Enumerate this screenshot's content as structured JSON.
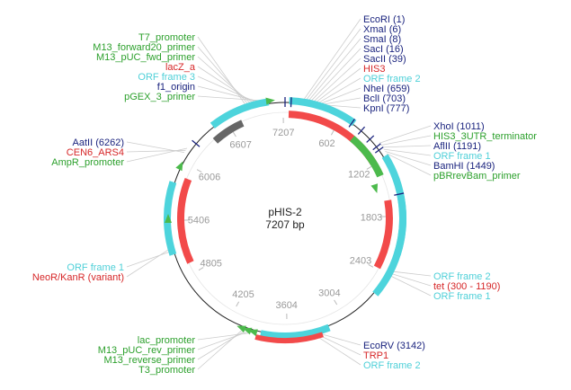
{
  "plasmid": {
    "name": "pHIS-2",
    "size_label": "7207 bp",
    "length": 7207
  },
  "colors": {
    "green": "#2ca02c",
    "red": "#d62728",
    "navy": "#1a237e",
    "teal": "#4fd0d8",
    "feature_red": "#f24a4a",
    "feature_green": "#4cba4c",
    "feature_teal": "#4dd4dc",
    "feature_gray": "#666666",
    "leader": "#cccccc"
  },
  "ticks": [
    "602",
    "1202",
    "1803",
    "2403",
    "3004",
    "3604",
    "4205",
    "4805",
    "5406",
    "6006",
    "6607",
    "7207"
  ],
  "labels": {
    "top_left": [
      {
        "text": "T7_promoter",
        "color": "green"
      },
      {
        "text": "M13_forward20_primer",
        "color": "green"
      },
      {
        "text": "M13_pUC_fwd_primer",
        "color": "green"
      },
      {
        "text": "lacZ_a",
        "color": "red"
      },
      {
        "text": "ORF frame 3",
        "color": "teal"
      },
      {
        "text": "f1_origin",
        "color": "navy"
      },
      {
        "text": "pGEX_3_primer",
        "color": "green"
      }
    ],
    "top_right": [
      {
        "text": "EcoRI (1)",
        "color": "navy"
      },
      {
        "text": "XmaI (6)",
        "color": "navy"
      },
      {
        "text": "SmaI (8)",
        "color": "navy"
      },
      {
        "text": "SacI (16)",
        "color": "navy"
      },
      {
        "text": "SacII (39)",
        "color": "navy"
      },
      {
        "text": "HIS3",
        "color": "red"
      },
      {
        "text": "ORF frame 2",
        "color": "teal"
      },
      {
        "text": "NheI (659)",
        "color": "navy"
      },
      {
        "text": "BclI (703)",
        "color": "navy"
      },
      {
        "text": "KpnI (777)",
        "color": "navy"
      }
    ],
    "right_upper": [
      {
        "text": "XhoI (1011)",
        "color": "navy"
      },
      {
        "text": "HIS3_3UTR_terminator",
        "color": "green"
      },
      {
        "text": "AflII (1191)",
        "color": "navy"
      },
      {
        "text": "ORF frame 1",
        "color": "teal"
      },
      {
        "text": "BamHI (1449)",
        "color": "navy"
      },
      {
        "text": "pBRrevBam_primer",
        "color": "green"
      }
    ],
    "left_mid": [
      {
        "text": "AatII (6262)",
        "color": "navy"
      },
      {
        "text": "CEN6_ARS4",
        "color": "red"
      },
      {
        "text": "AmpR_promoter",
        "color": "green"
      }
    ],
    "left_lower": [
      {
        "text": "ORF frame 1",
        "color": "teal"
      },
      {
        "text": "NeoR/KanR (variant)",
        "color": "red"
      }
    ],
    "right_lower": [
      {
        "text": "ORF frame 2",
        "color": "teal"
      },
      {
        "text": "tet (300 - 1190)",
        "color": "red"
      },
      {
        "text": "ORF frame 1",
        "color": "teal"
      }
    ],
    "bottom_left": [
      {
        "text": "lac_promoter",
        "color": "green"
      },
      {
        "text": "M13_pUC_rev_primer",
        "color": "green"
      },
      {
        "text": "M13_reverse_primer",
        "color": "green"
      },
      {
        "text": "T3_promoter",
        "color": "green"
      }
    ],
    "bottom_right": [
      {
        "text": "EcoRV (3142)",
        "color": "navy"
      },
      {
        "text": "TRP1",
        "color": "red"
      },
      {
        "text": "ORF frame 2",
        "color": "teal"
      }
    ]
  }
}
